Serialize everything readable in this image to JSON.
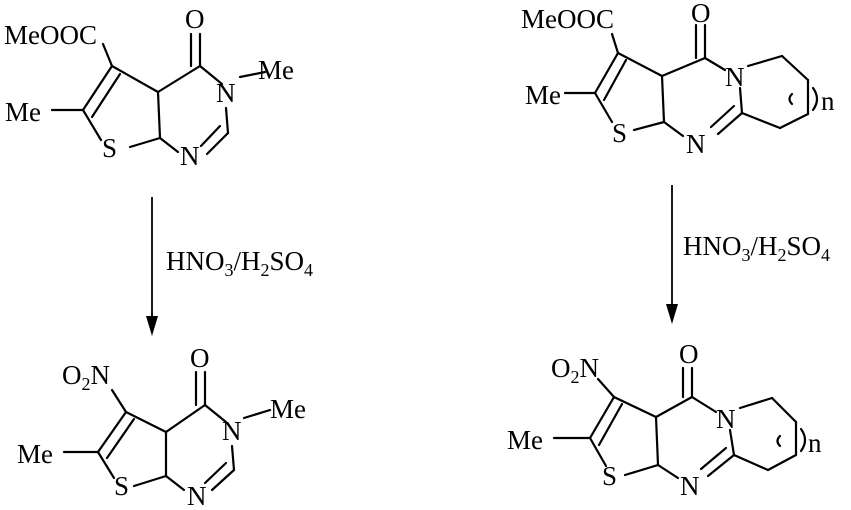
{
  "colors": {
    "ester_label": "#1a1aff",
    "nitro_label": "#ee1111",
    "default": "#000000"
  },
  "left_column": {
    "reactant": {
      "ester_group": "MeOOC",
      "methyl": "Me",
      "sulfur": "S",
      "imine_n": "N",
      "amide_n": "N",
      "n_methyl": "Me",
      "carbonyl_o": "O"
    },
    "reagent": {
      "main": "HNO",
      "sub1": "3",
      "slash": "/H",
      "sub2": "2",
      "main2": "SO",
      "sub3": "4"
    },
    "product": {
      "nitro_o": "O",
      "nitro_sub": "2",
      "nitro_n": "N",
      "methyl": "Me",
      "sulfur": "S",
      "imine_n": "N",
      "amide_n": "N",
      "n_methyl": "Me",
      "carbonyl_o": "O"
    }
  },
  "right_column": {
    "reactant": {
      "ester_group": "MeOOC",
      "methyl": "Me",
      "sulfur": "S",
      "imine_n": "N",
      "ring_n": "N",
      "carbonyl_o": "O",
      "repeat_index": "n"
    },
    "reagent": {
      "main": "HNO",
      "sub1": "3",
      "slash": "/H",
      "sub2": "2",
      "main2": "SO",
      "sub3": "4"
    },
    "product": {
      "nitro_o": "O",
      "nitro_sub": "2",
      "nitro_n": "N",
      "methyl": "Me",
      "sulfur": "S",
      "imine_n": "N",
      "ring_n": "N",
      "carbonyl_o": "O",
      "repeat_index": "n"
    }
  }
}
